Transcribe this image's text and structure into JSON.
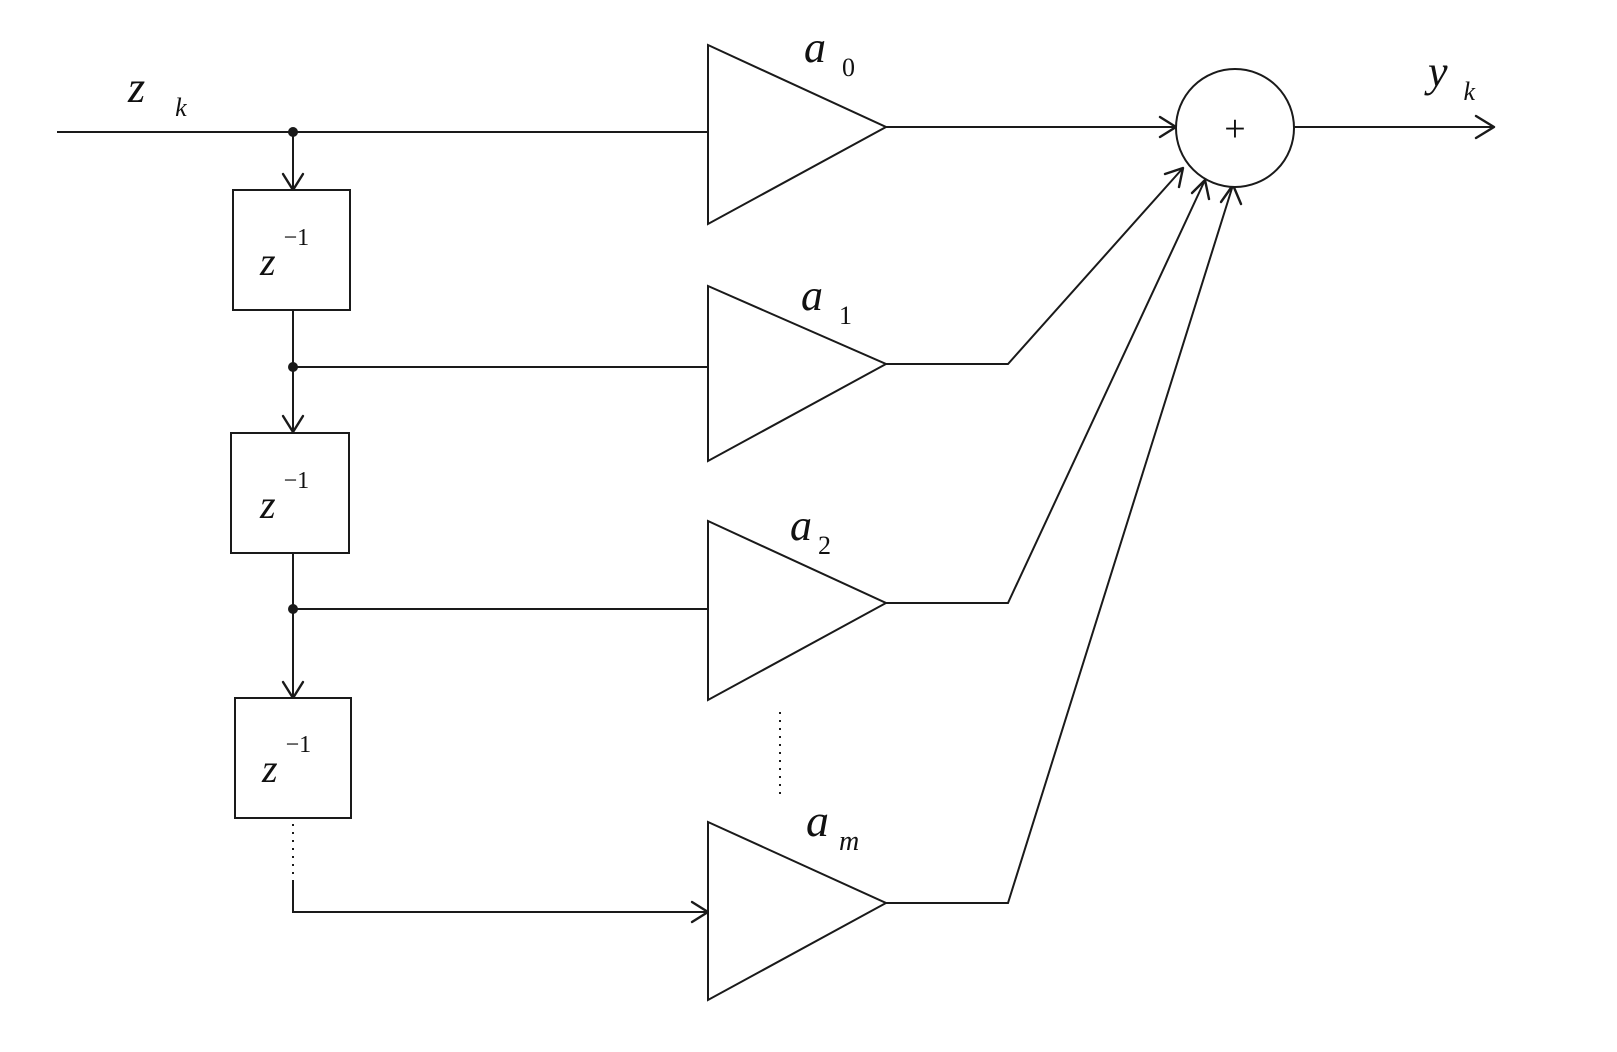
{
  "input": {
    "symbol": "z",
    "subscript": "k"
  },
  "output": {
    "symbol": "y",
    "subscript": "k"
  },
  "delay": {
    "symbol": "z",
    "exponent": "−1"
  },
  "summer": {
    "symbol": "+"
  },
  "gains": [
    {
      "symbol": "a",
      "subscript": "0"
    },
    {
      "symbol": "a",
      "subscript": "1"
    },
    {
      "symbol": "a",
      "subscript": "2"
    },
    {
      "symbol": "a",
      "subscript": "m"
    }
  ]
}
